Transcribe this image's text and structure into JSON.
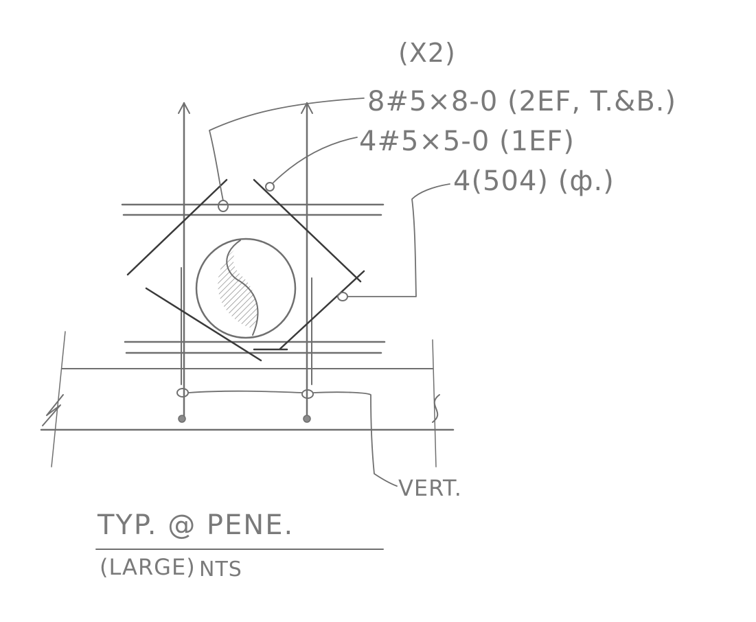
{
  "callouts": {
    "quantity_note": "(X2)",
    "line1": "8#5×8-0 (2EF, T.&B.)",
    "line2": "4#5×5-0 (1EF)",
    "line3": "4(504) (ф.)",
    "vertical": "VERT."
  },
  "title_block": {
    "title": "TYP. @ PENE.",
    "subtitle_left": "(LARGE)",
    "subtitle_right": "NTS"
  }
}
